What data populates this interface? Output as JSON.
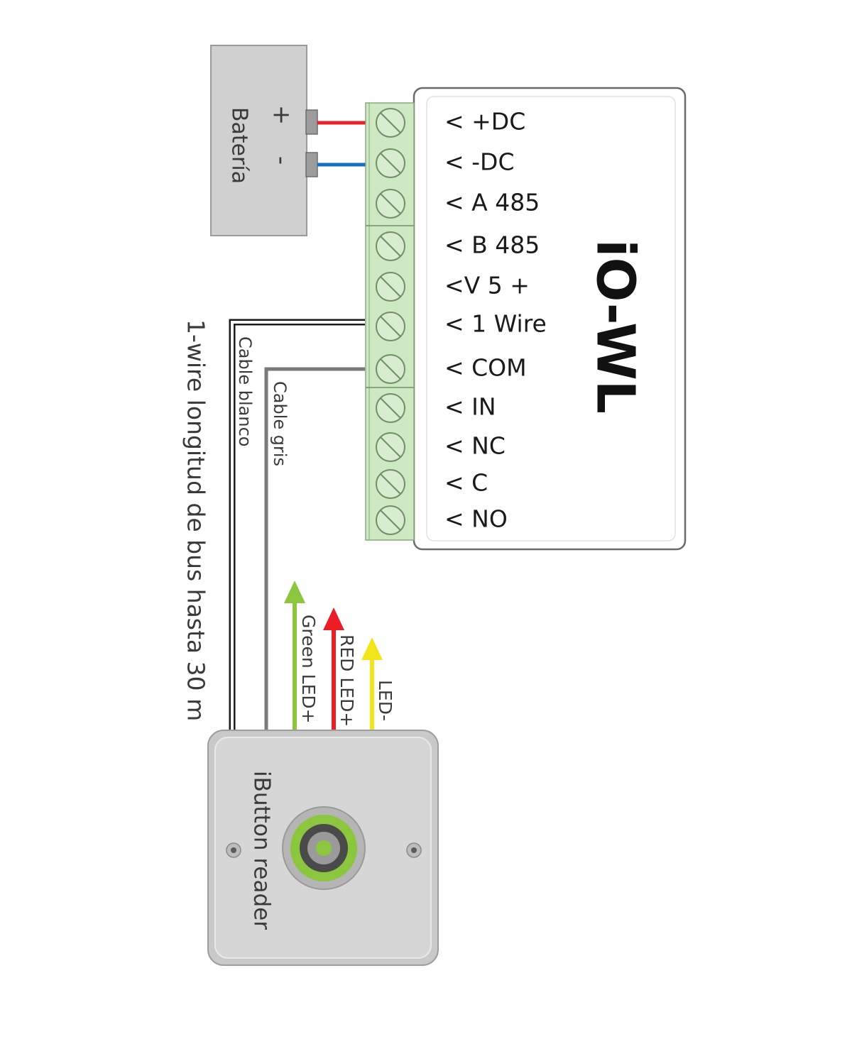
{
  "battery": {
    "label": "Batería",
    "plus": "+",
    "minus": "-"
  },
  "device": {
    "name": "iO-WL",
    "terminals": [
      "< +DC",
      "< -DC",
      "< A 485",
      "< B 485",
      "<V 5 +",
      "< 1 Wire",
      "< COM",
      "< IN",
      "< NC",
      "< C",
      "< NO"
    ]
  },
  "cables": {
    "white": "Cable blanco",
    "gray": "Cable gris",
    "bus_note": "1-wire longitud de bus hasta 30 m"
  },
  "leds": {
    "green": "Green LED+",
    "red": "RED LED+",
    "minus": "LED-"
  },
  "reader": {
    "label": "iButton reader"
  },
  "colors": {
    "positive_wire": "#e8202a",
    "negative_wire": "#1a6fc4",
    "terminal_block": "#cfe8c4",
    "green_led": "#8cc63f",
    "red_led": "#ee1c25",
    "yellow_led": "#f2e61a"
  }
}
